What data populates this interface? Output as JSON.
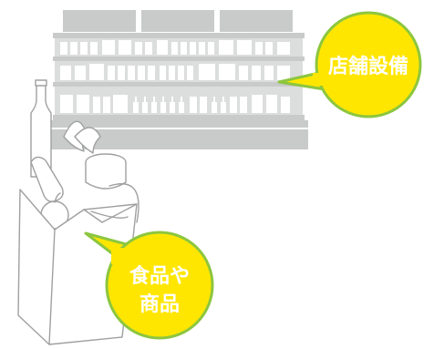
{
  "callouts": {
    "store_equipment": {
      "line1": "店舗設備"
    },
    "food_goods": {
      "line1": "食品や",
      "line2": "商品"
    }
  },
  "colors": {
    "bubble_fill": "#ffe600",
    "bubble_stroke": "#8cc63f",
    "bubble_text": "#ffffff",
    "shelf_gray": "#c9caca",
    "shelf_dark": "#a8a9aa",
    "bag_line": "#9fa0a0",
    "background": "#ffffff"
  },
  "icons": {
    "shelf": "store-shelf-illustration",
    "bag": "grocery-bag-illustration"
  }
}
